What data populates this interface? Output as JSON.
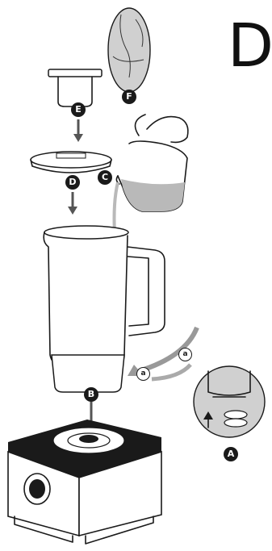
{
  "figure": {
    "step_letter": "D",
    "labels": {
      "A": "A",
      "B": "B",
      "C": "C",
      "D": "D",
      "E": "E",
      "F": "F",
      "arrow_a_1": "a",
      "arrow_a_2": "a"
    },
    "colors": {
      "ink": "#1a1a1a",
      "liquid": "#b9b9b9",
      "inset_bg": "#d0d0d0"
    }
  }
}
